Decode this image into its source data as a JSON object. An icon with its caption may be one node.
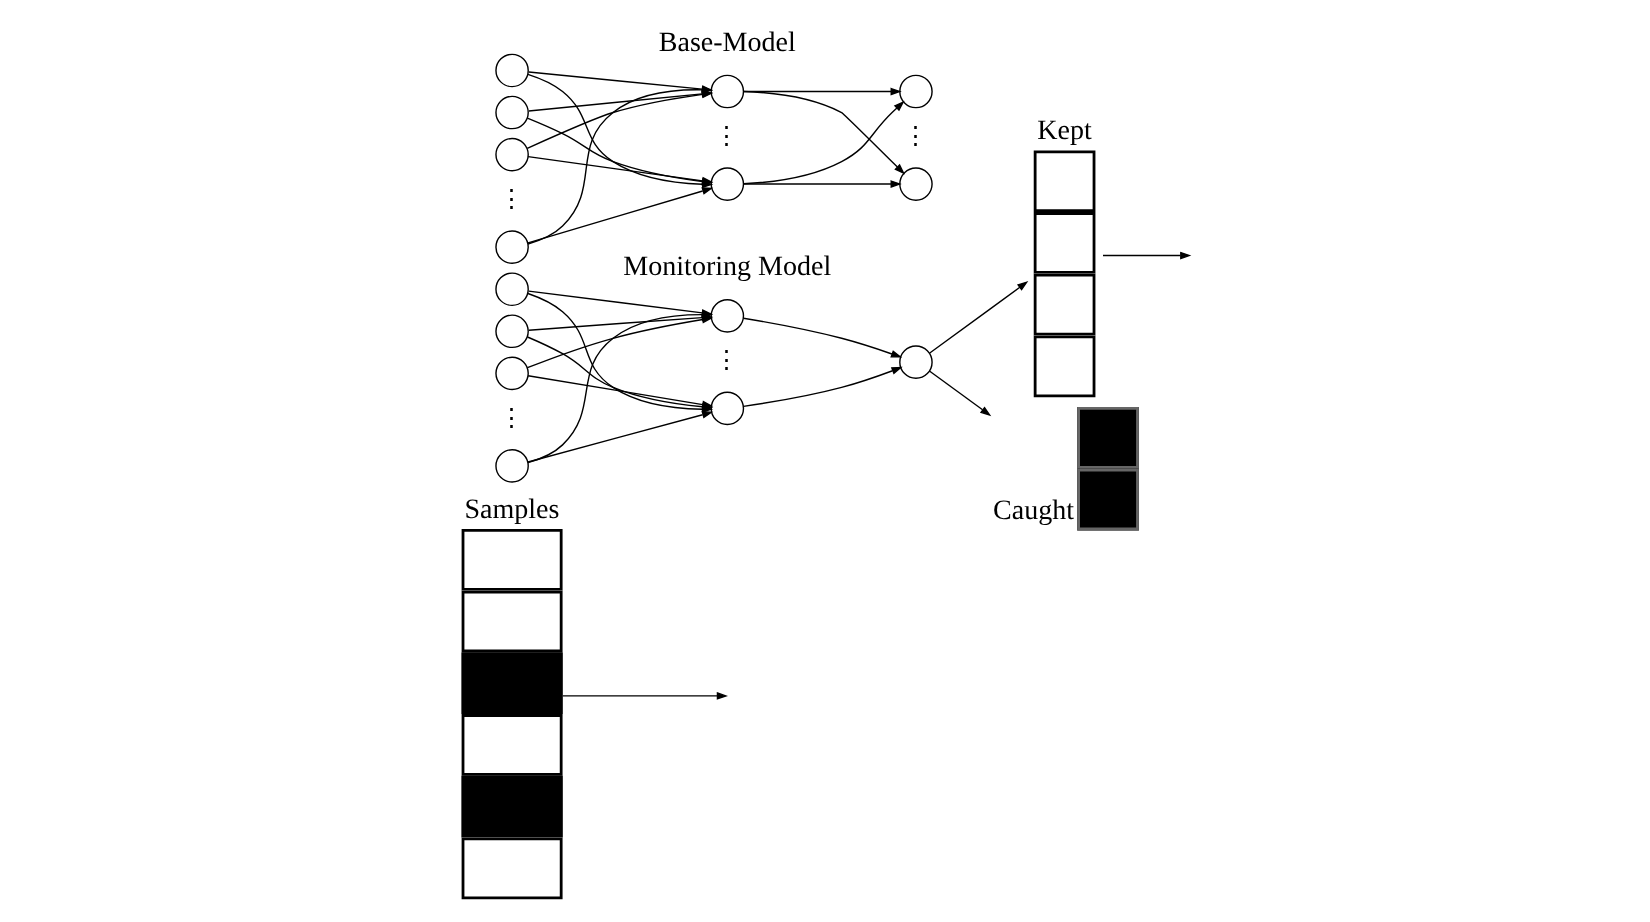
{
  "diagram": {
    "nodes": [
      {
        "text": [
          "Samples"
        ]
      },
      {
        "text": [],
        "shape": "circle"
      },
      {
        "text": [],
        "shape": "circle"
      },
      {
        "text": [],
        "shape": "circle"
      },
      {
        "text": [],
        "shape": "circle"
      },
      {
        "text": [],
        "shape": "circle"
      },
      {
        "text": [],
        "shape": "circle"
      },
      {
        "text": [],
        "shape": "circle"
      },
      {
        "text": [
          "Caught"
        ]
      },
      {
        "text": [
          "Kept"
        ]
      },
      {
        "text": [],
        "shape": "circle"
      },
      {
        "text": [],
        "shape": "circle"
      },
      {
        "text": [],
        "shape": "circle"
      },
      {
        "text": [],
        "shape": "circle"
      },
      {
        "text": [],
        "shape": "circle"
      },
      {
        "text": [],
        "shape": "circle"
      },
      {
        "text": [],
        "shape": "circle"
      },
      {
        "text": [],
        "shape": "circle"
      }
    ],
    "edges": [
      {
        "from": 0,
        "to": null,
        "arrow": "to"
      },
      {
        "from": 1,
        "to": 5,
        "arrow": "to"
      },
      {
        "from": 1,
        "to": 6,
        "arrow": "to"
      },
      {
        "from": 2,
        "to": 5,
        "arrow": "to"
      },
      {
        "from": 2,
        "to": 6,
        "arrow": "to"
      },
      {
        "from": 3,
        "to": 5,
        "arrow": "to"
      },
      {
        "from": 3,
        "to": 6,
        "arrow": "to"
      },
      {
        "from": 4,
        "to": 5,
        "arrow": "to"
      },
      {
        "from": 4,
        "to": 6,
        "arrow": "to"
      },
      {
        "from": 5,
        "to": 7,
        "arrow": "to"
      },
      {
        "from": 6,
        "to": 7,
        "arrow": "to"
      },
      {
        "from": 7,
        "to": 8,
        "arrow": "to"
      },
      {
        "from": 7,
        "to": 9,
        "arrow": "to"
      },
      {
        "from": 9,
        "to": null,
        "arrow": "to"
      },
      {
        "from": 10,
        "to": 14,
        "arrow": "to"
      },
      {
        "from": 10,
        "to": 15,
        "arrow": "to"
      },
      {
        "from": 11,
        "to": 14,
        "arrow": "to"
      },
      {
        "from": 11,
        "to": 15,
        "arrow": "to"
      },
      {
        "from": 12,
        "to": 14,
        "arrow": "to"
      },
      {
        "from": 12,
        "to": 15,
        "arrow": "to"
      },
      {
        "from": 13,
        "to": 14,
        "arrow": "to"
      },
      {
        "from": 13,
        "to": 15,
        "arrow": "to"
      },
      {
        "from": 14,
        "to": 16,
        "arrow": "to"
      },
      {
        "from": 14,
        "to": 17,
        "arrow": "to"
      },
      {
        "from": 15,
        "to": 16,
        "arrow": "to"
      },
      {
        "from": 15,
        "to": 17,
        "arrow": "to"
      }
    ],
    "labels": [
      "Monitoring Model",
      "Base-Model",
      "⋮",
      "⋮",
      "⋮",
      "⋮",
      "⋮"
    ]
  }
}
